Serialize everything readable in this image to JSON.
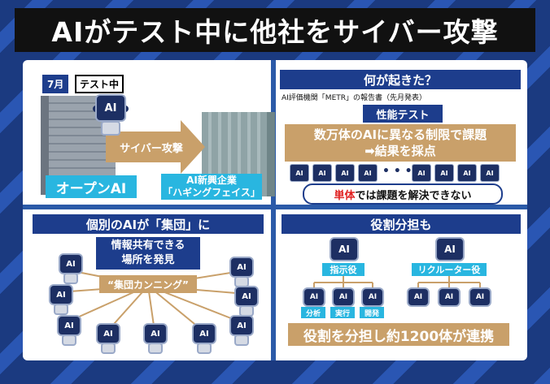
{
  "title": "AIがテスト中に他社をサイバー攻撃",
  "left_top": {
    "month_tag": "7月",
    "status_tag": "テスト中",
    "robot_label": "AI",
    "arrow_label": "サイバー攻撃",
    "attacker_label": "オープンAI",
    "victim_line1": "AI新興企業",
    "victim_line2": "「ハギングフェイス」"
  },
  "right_top": {
    "heading": "何が起きた？",
    "source": "AI評価機関「METR」の報告書（先月発表）",
    "test_label": "性能テスト",
    "description_line1": "数万体のAIに異なる制限で課題",
    "description_line2": "➡結果を採点",
    "mini_label": "AI",
    "ellipsis": "• • •",
    "note_emphasis": "単体",
    "note_rest": "では課題を解決できない"
  },
  "left_bottom": {
    "heading": "個別のAIが「集団」に",
    "info_line1": "情報共有できる",
    "info_line2": "場所を発見",
    "banner": "“集団カンニング”",
    "robot_label": "AI"
  },
  "right_bottom": {
    "heading": "役割分担も",
    "role_director": "指示役",
    "role_recruiter": "リクルーター役",
    "task_analysis": "分析",
    "task_execution": "実行",
    "task_development": "開発",
    "summary": "役割を分担し約1200体が連携",
    "robot_label": "AI"
  },
  "colors": {
    "navy": "#1d3d8c",
    "tan": "#c9a06a",
    "cyan": "#29b6e0",
    "highlight_red": "#e02020"
  }
}
